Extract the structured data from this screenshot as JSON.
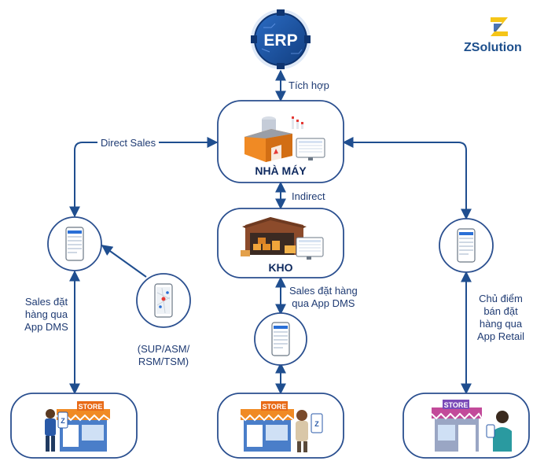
{
  "erp": {
    "label": "ERP"
  },
  "brand": {
    "name": "ZSolution",
    "logo_letter": "Z"
  },
  "factory": {
    "title": "NHÀ MÁY"
  },
  "warehouse": {
    "title": "KHO"
  },
  "edges": {
    "integration": "Tích hợp",
    "direct_sales": "Direct Sales",
    "indirect": "Indirect",
    "sales_order_center": [
      "Sales đặt hàng",
      "qua App DMS"
    ],
    "sales_order_left": [
      "Sales đặt",
      "hàng qua",
      "App DMS"
    ],
    "supervisors": [
      "(SUP/ASM/",
      "RSM/TSM)"
    ],
    "retail_order": [
      "Chủ điểm",
      "bán đặt",
      "hàng qua",
      "App Retail"
    ]
  },
  "store": {
    "sign": "STORE"
  },
  "colors": {
    "accent": "#1d4f8c",
    "line": "#1f4e8f",
    "node_border": "#2a4f8f",
    "orange": "#f08a24",
    "yellow": "#f5c518"
  }
}
